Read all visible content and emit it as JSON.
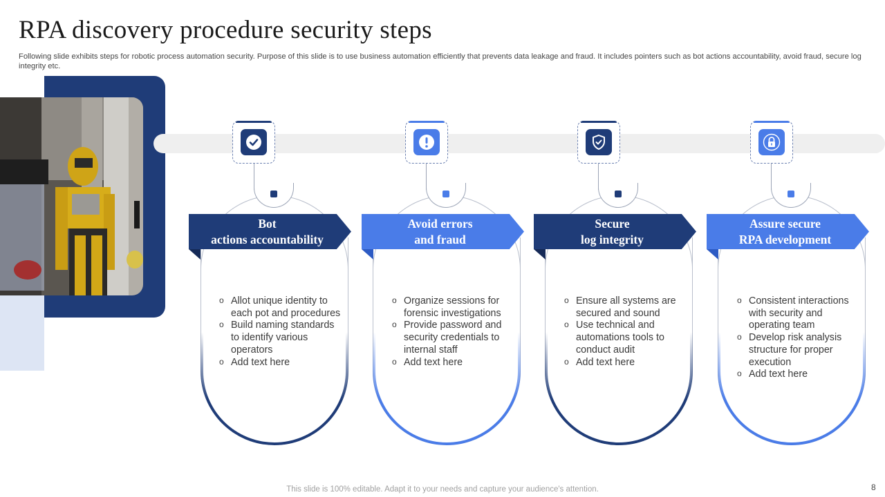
{
  "slide": {
    "title": "RPA discovery procedure security steps",
    "subtitle": "Following slide exhibits steps for robotic process automation security. Purpose of this slide is to use business automation efficiently that prevents data leakage and fraud. It includes pointers such as bot actions accountability, avoid fraud, secure log integrity etc.",
    "footer": "This slide is 100% editable. Adapt it to your needs and capture your audience's attention.",
    "page_number": "8"
  },
  "colors": {
    "navy": "#1f3c78",
    "blue": "#4a7ce8",
    "light_blue": "#dde5f4",
    "track": "#efefef"
  },
  "steps": [
    {
      "icon": "check-shield-icon",
      "title_line1": "Bot",
      "title_line2": "actions accountability",
      "bullets": [
        "Allot unique identity to each pot and procedures",
        "Build naming standards to identify various operators",
        "Add text here"
      ]
    },
    {
      "icon": "alert-icon",
      "title_line1": "Avoid errors",
      "title_line2": "and fraud",
      "bullets": [
        "Organize sessions for forensic investigations",
        "Provide password and security credentials to internal staff",
        "Add text here"
      ]
    },
    {
      "icon": "shield-check-icon",
      "title_line1": "Secure",
      "title_line2": "log integrity",
      "bullets": [
        "Ensure all systems are secured and sound",
        "Use technical and automations tools to conduct audit",
        "Add text here"
      ]
    },
    {
      "icon": "lock-icon",
      "title_line1": "Assure secure",
      "title_line2": "RPA development",
      "bullets": [
        "Consistent interactions with security and operating team",
        "Develop risk analysis structure for proper execution",
        "Add text here"
      ]
    }
  ]
}
